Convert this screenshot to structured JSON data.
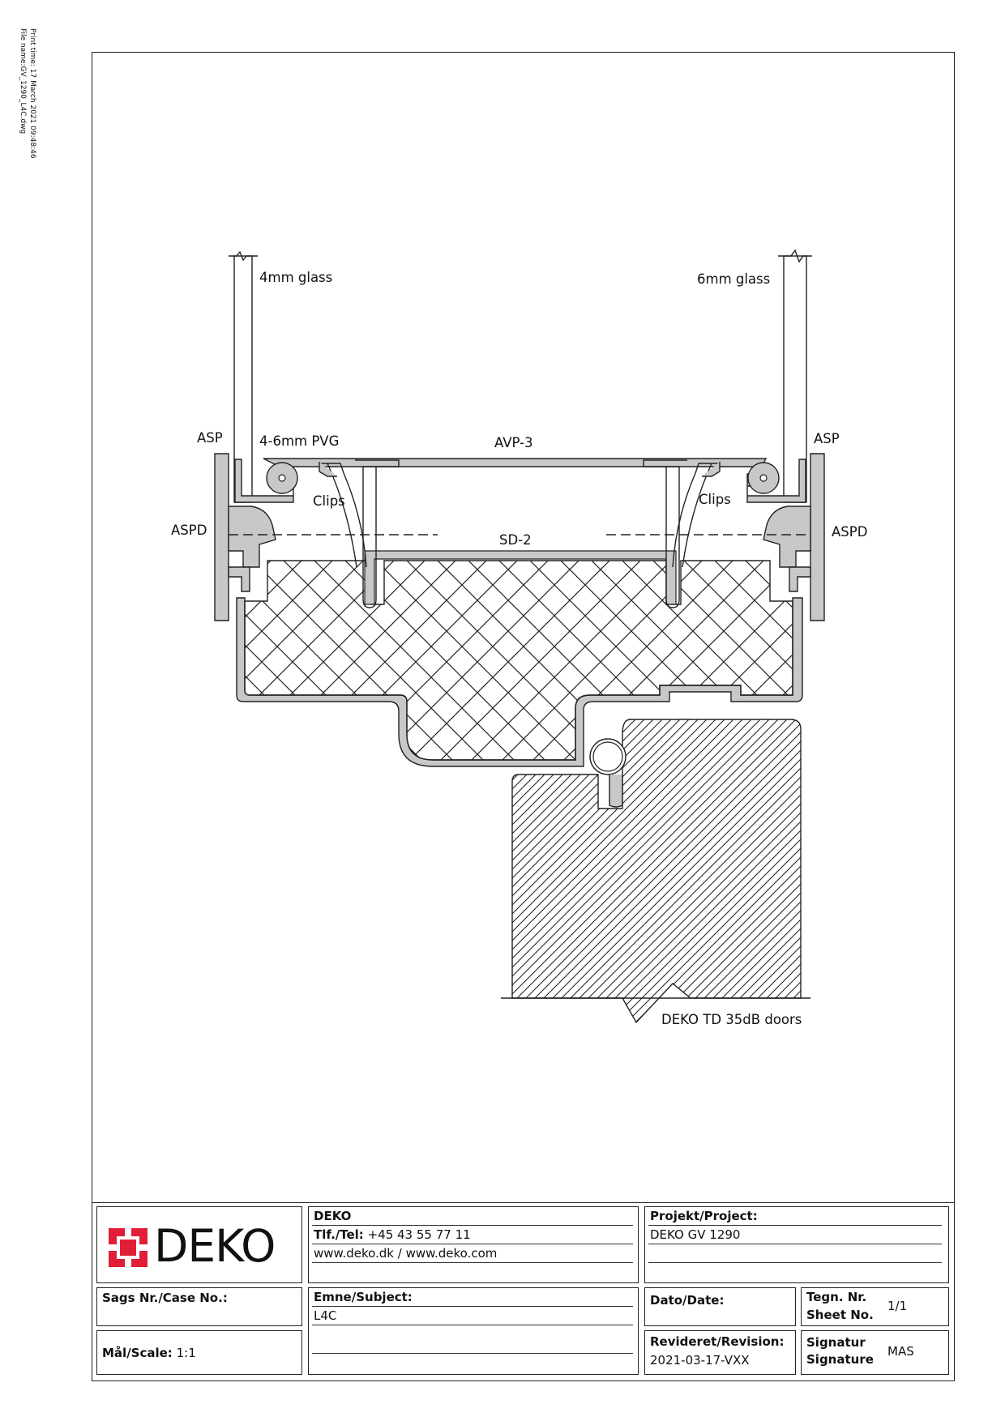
{
  "print_meta": {
    "print_time": "Print time: 17 March 2021 09:48:46",
    "file_name": "File name:GV_1290_L4C.dwg"
  },
  "drawing": {
    "labels": {
      "glass_left": "4mm glass",
      "glass_right": "6mm glass",
      "asp_left": "ASP",
      "asp_right": "ASP",
      "pvg": "4-6mm PVG",
      "avp": "AVP-3",
      "clips_left": "Clips",
      "clips_right": "Clips",
      "aspd_left": "ASPD",
      "aspd_right": "ASPD",
      "sd": "SD-2",
      "door": "DEKO TD 35dB doors"
    }
  },
  "title_block": {
    "logo_text": "DEKO",
    "company": "DEKO",
    "tel_label": "Tlf./Tel:",
    "tel_value": "+45 43 55 77 11",
    "web": "www.deko.dk / www.deko.com",
    "project_label": "Projekt/Project:",
    "project_value": "DEKO GV 1290",
    "case_label": "Sags Nr./Case No.:",
    "subject_label": "Emne/Subject:",
    "subject_value": "L4C",
    "date_label": "Dato/Date:",
    "sheet_label_1": "Tegn. Nr.",
    "sheet_label_2": "Sheet No.",
    "sheet_value": "1/1",
    "scale_label": "Mål/Scale:",
    "scale_value": "1:1",
    "revision_label": "Revideret/Revision:",
    "revision_value": "2021-03-17-VXX",
    "signature_label_1": "Signatur",
    "signature_label_2": "Signature",
    "signature_value": "MAS"
  },
  "colors": {
    "logo_red": "#e01e37",
    "profile_fill": "#c8c8c8"
  }
}
